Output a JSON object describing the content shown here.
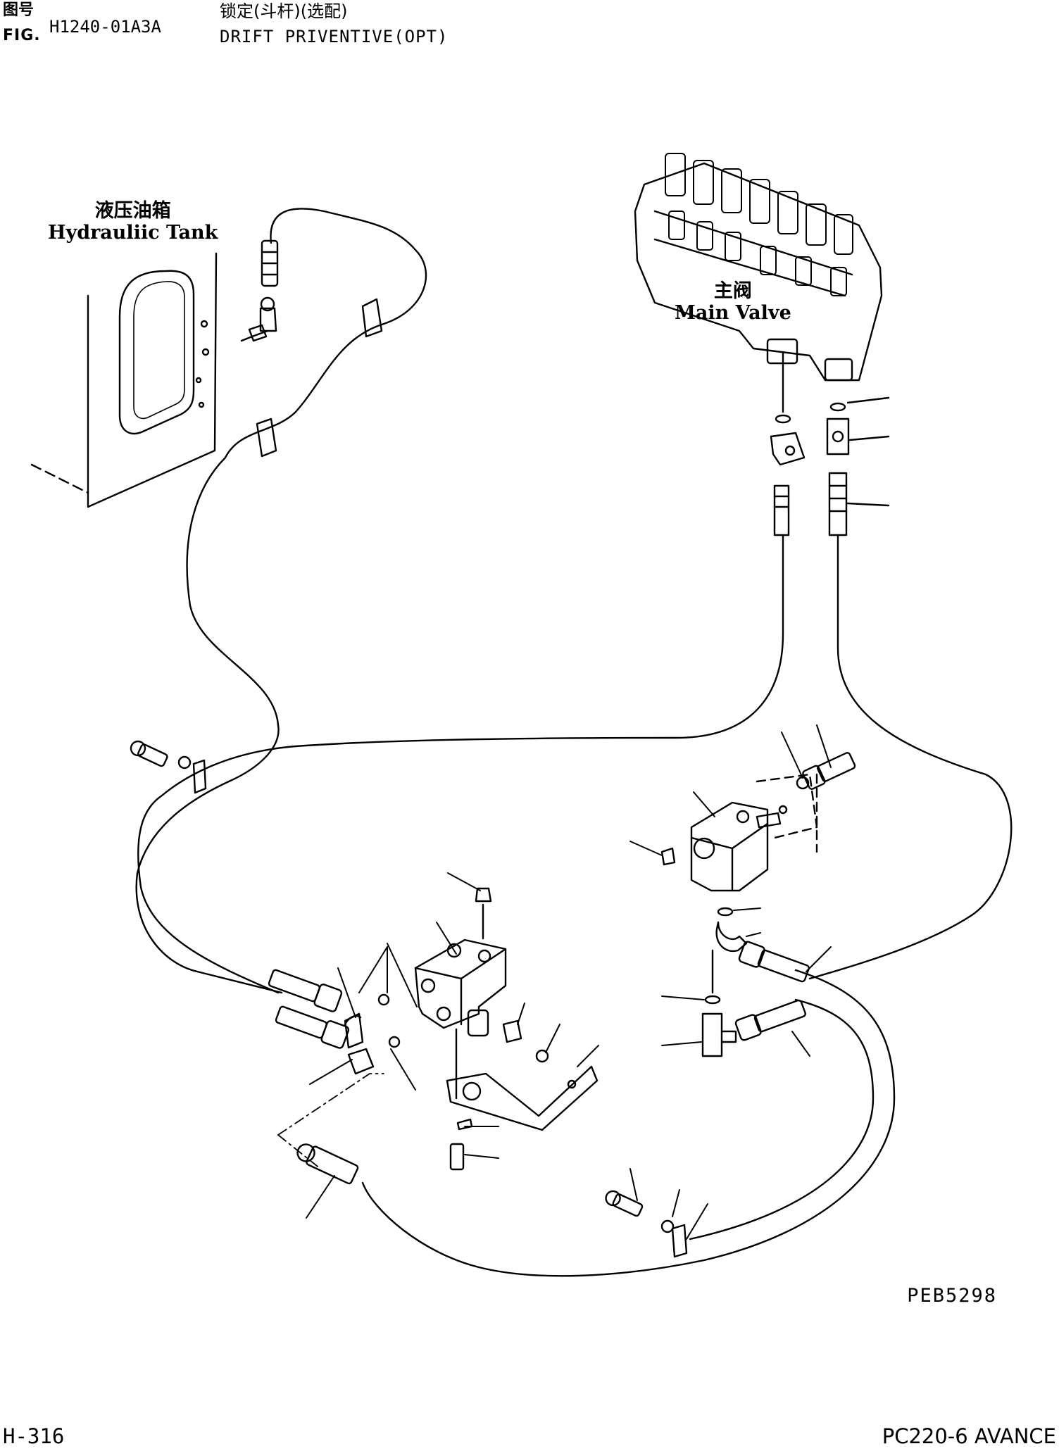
{
  "header": {
    "fig_label_cn": "图号",
    "fig_label_en": "FIG.",
    "fig_number": "H1240-01A3A",
    "title_cn": "锁定(斗杆)(选配)",
    "title_en": "DRIFT PRIVENTIVE(OPT)"
  },
  "labels": {
    "tank_cn": "液压油箱",
    "tank_en": "Hydrauliic Tank",
    "main_valve_cn": "主阀",
    "main_valve_en": "Main Valve"
  },
  "drawing_ref": "PEB5298",
  "footer": {
    "page": "H-316",
    "model": "PC220-6 AVANCE"
  },
  "colors": {
    "ink": "#000000",
    "paper": "#ffffff"
  }
}
